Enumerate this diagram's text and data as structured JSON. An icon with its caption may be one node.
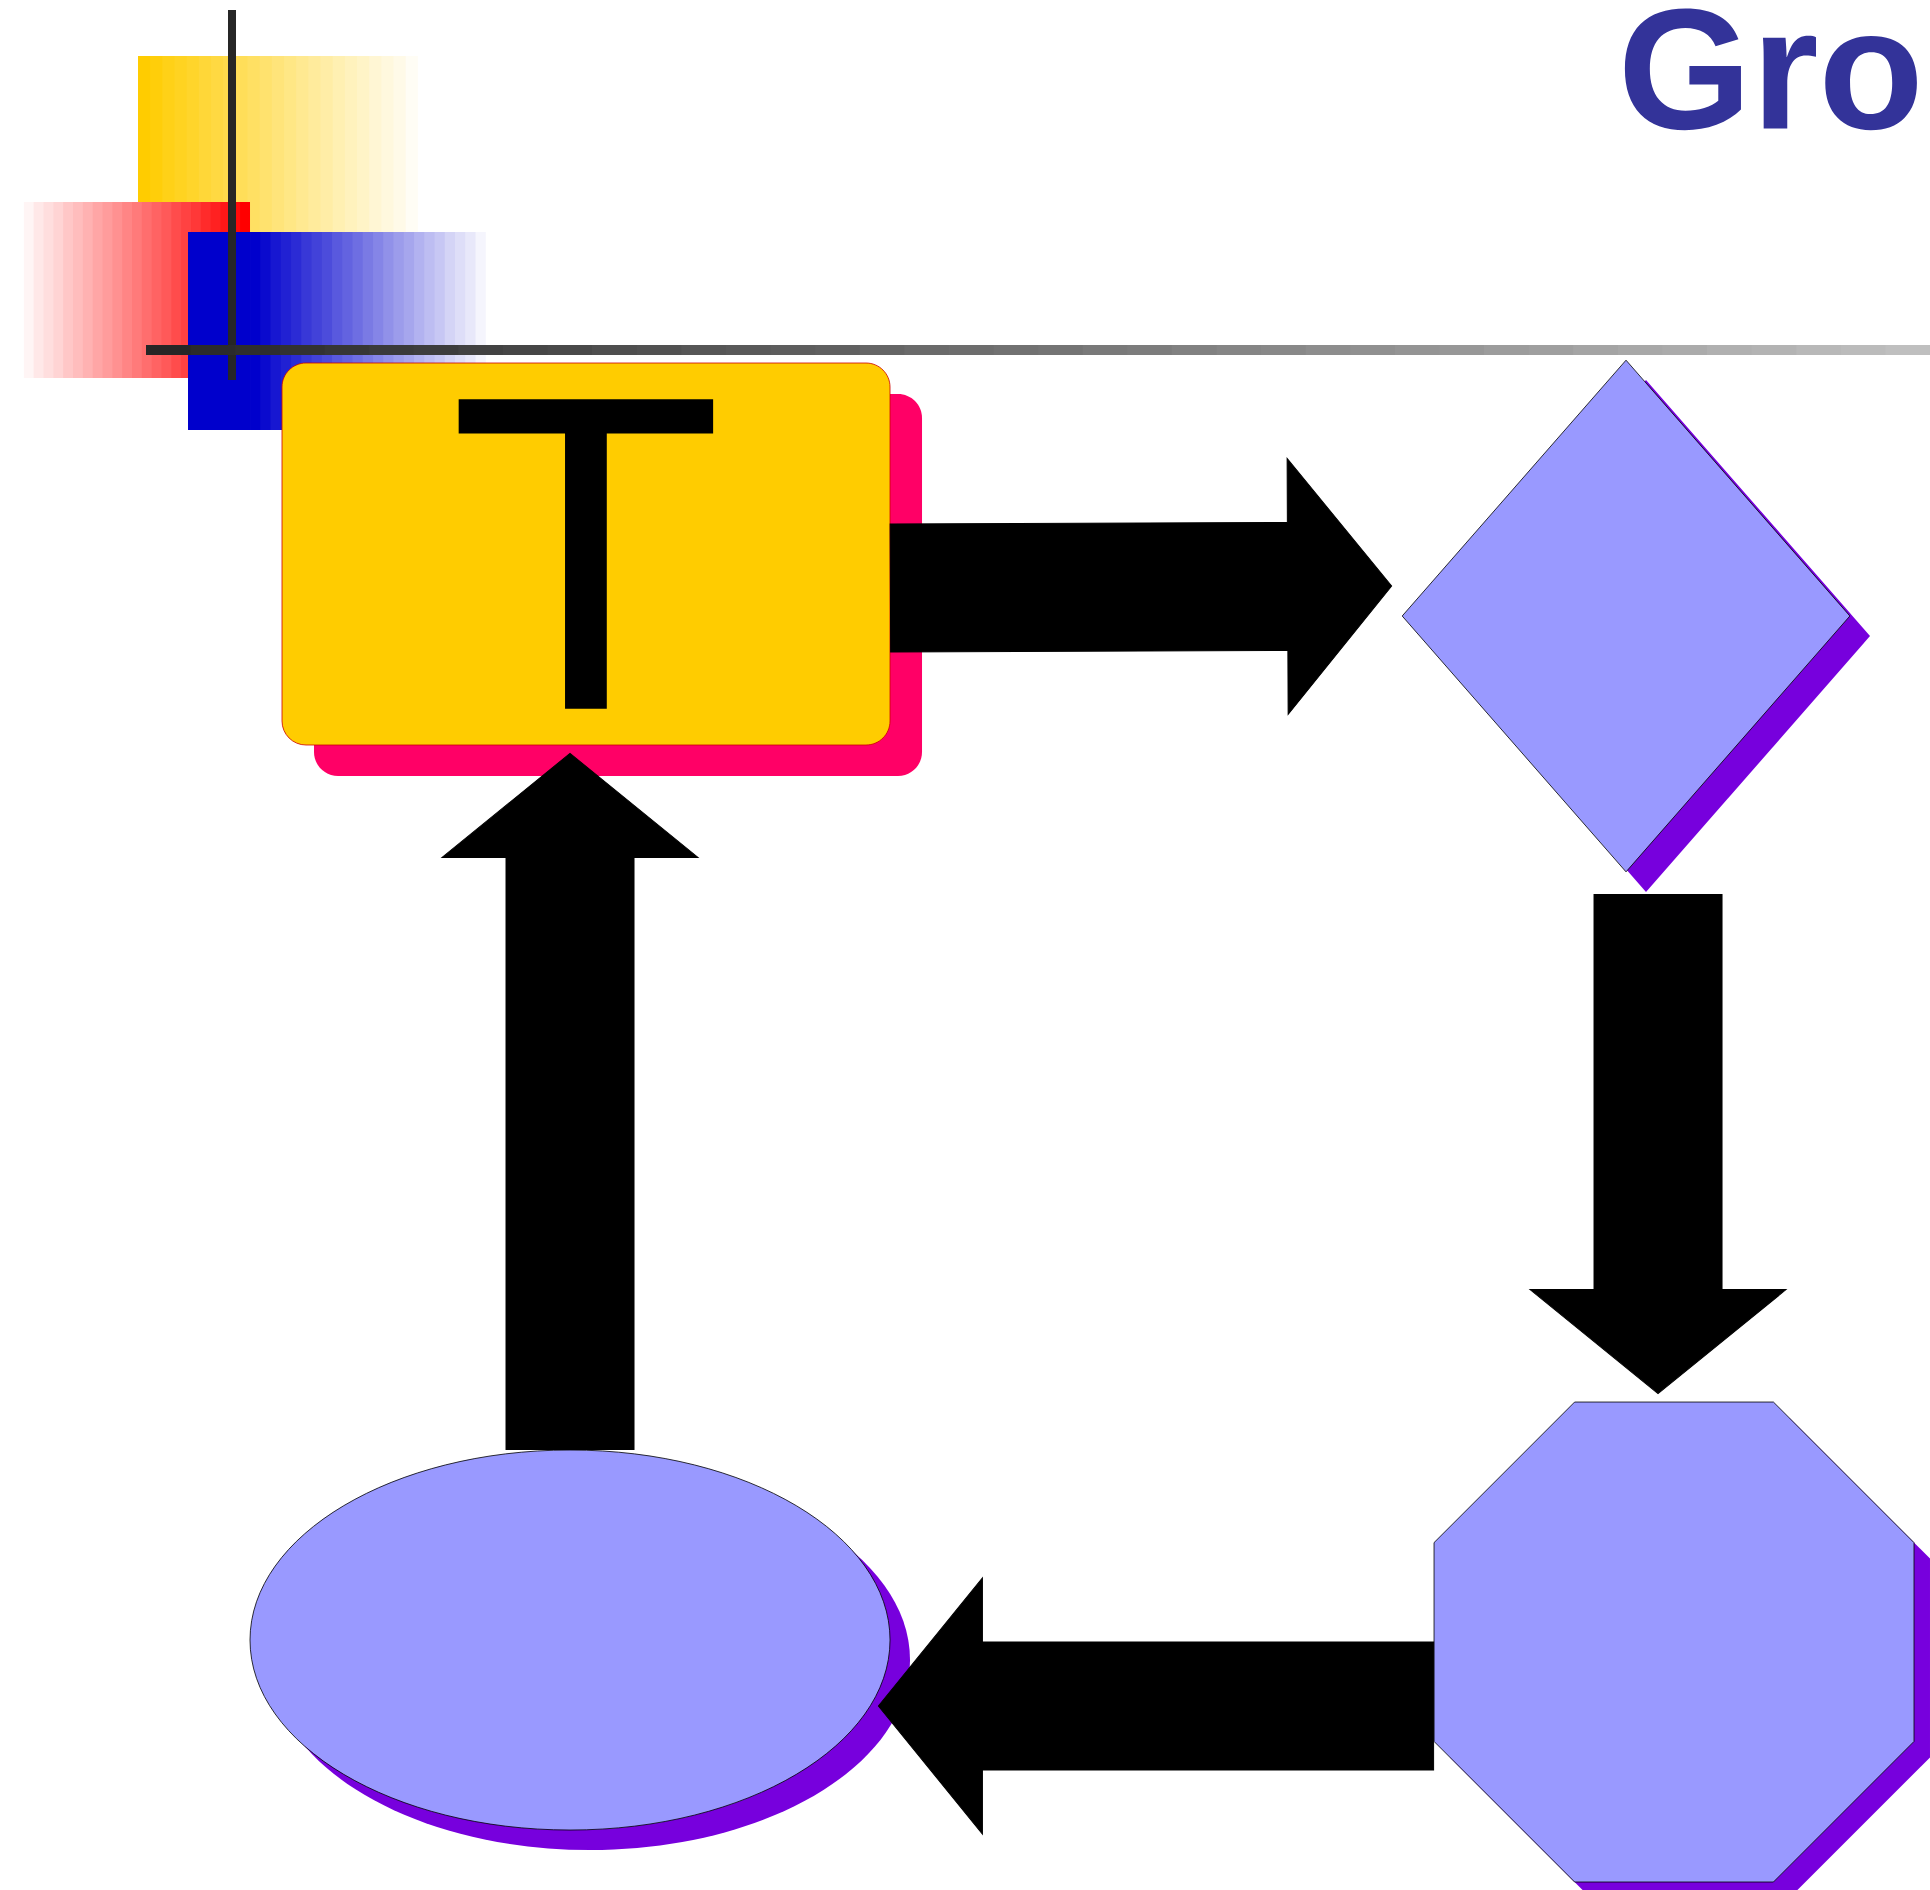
{
  "diagram": {
    "title": "Gro",
    "nodes": [
      {
        "text": [
          "T"
        ]
      },
      {
        "text": [],
        "shape": "diamond"
      },
      {
        "text": [],
        "shape": "octagon"
      },
      {
        "text": [],
        "shape": "ellipse"
      }
    ],
    "edges": [
      {
        "from": 0,
        "to": 1,
        "arrow": "to"
      },
      {
        "from": 1,
        "to": 2,
        "arrow": "to"
      },
      {
        "from": 2,
        "to": 3,
        "arrow": "to"
      },
      {
        "from": 3,
        "to": 0,
        "arrow": "to"
      }
    ]
  }
}
